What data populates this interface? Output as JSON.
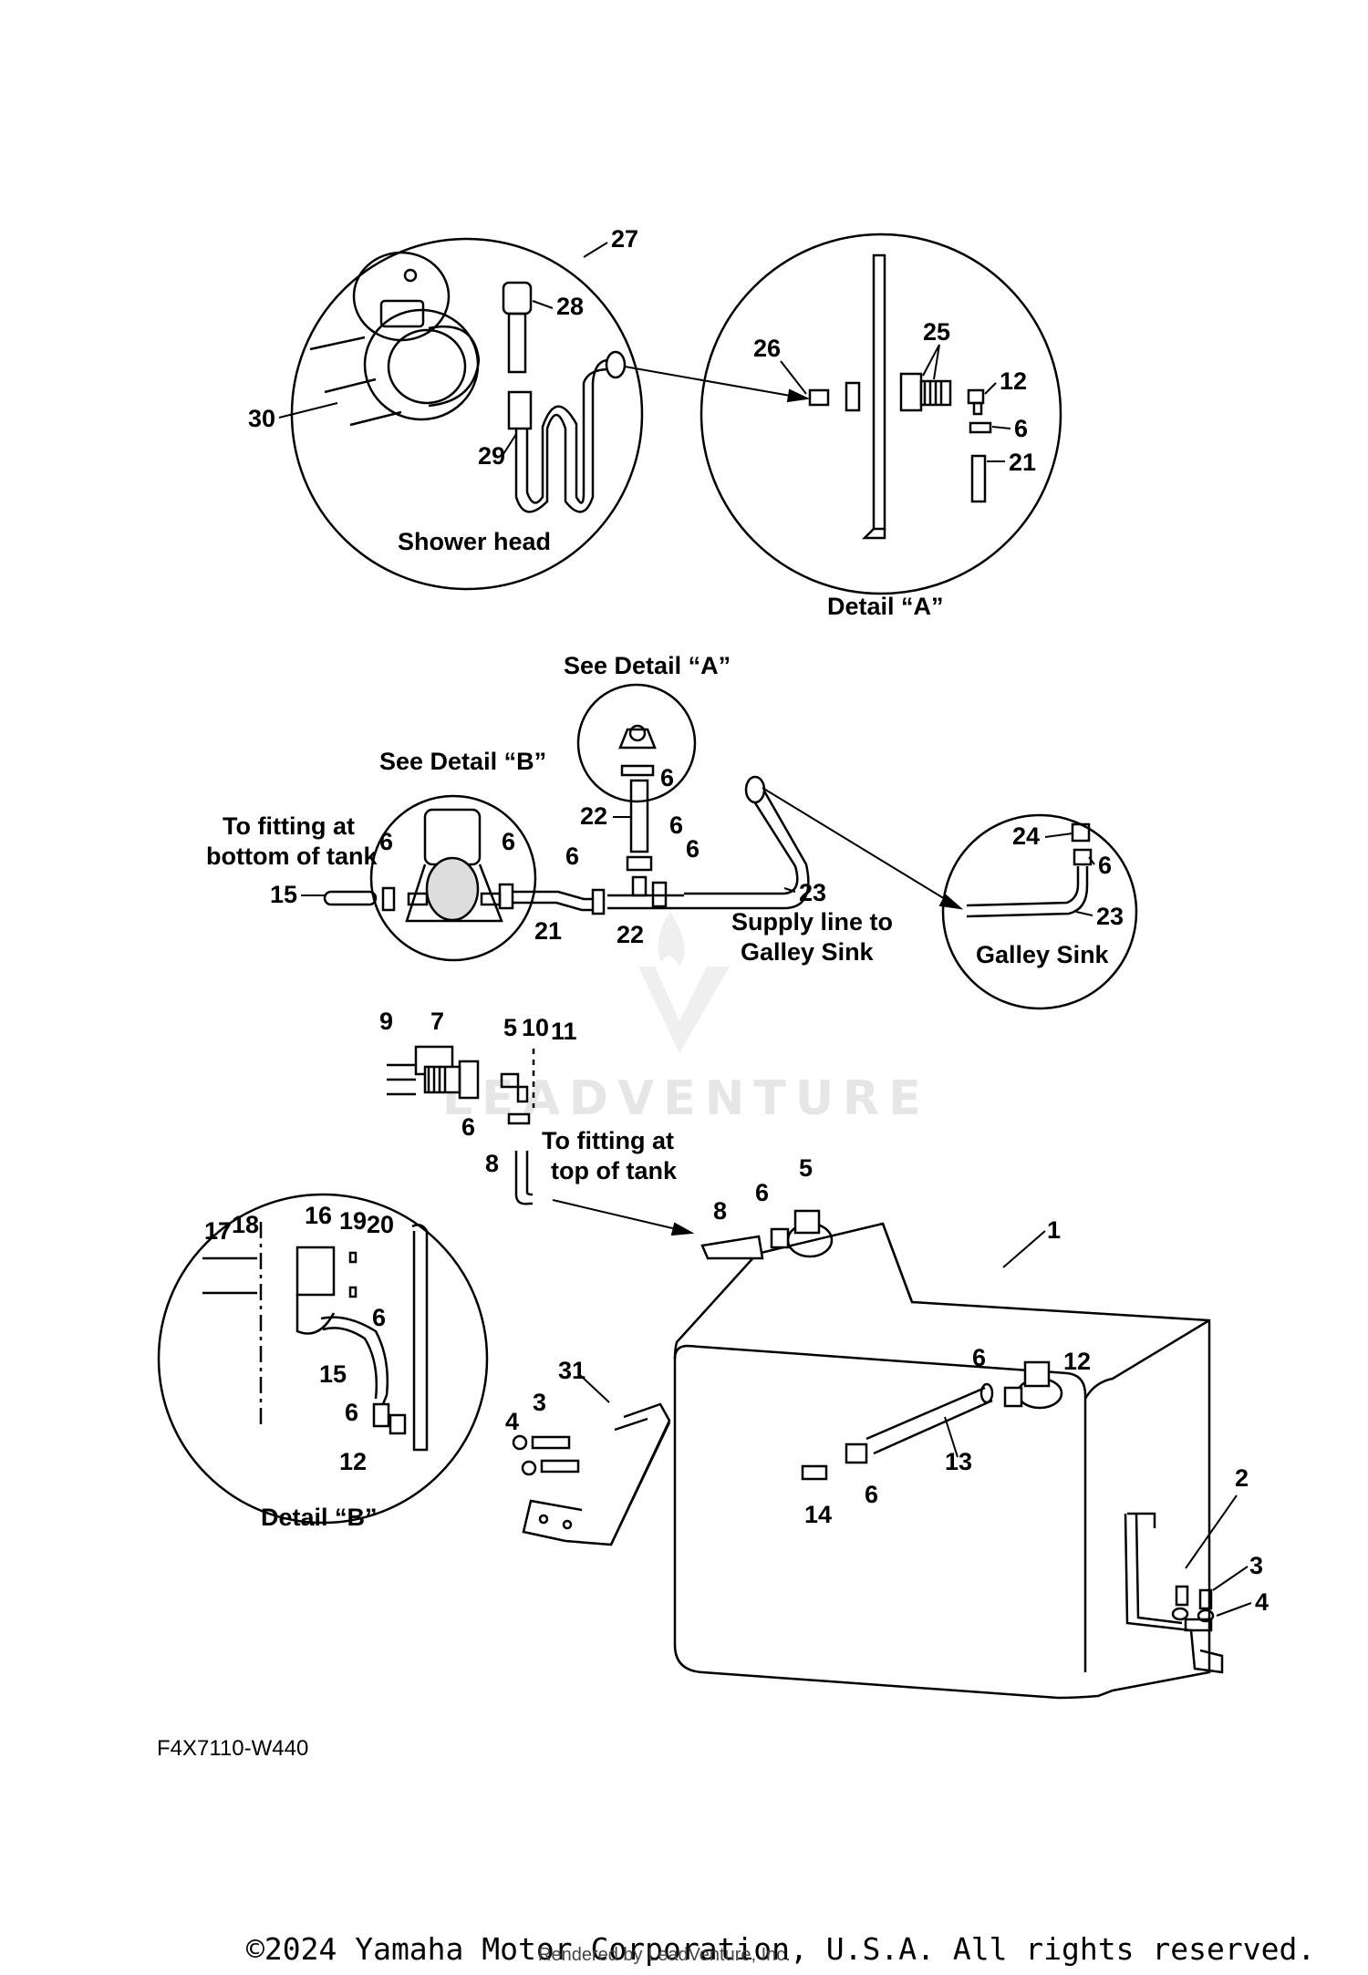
{
  "part_numbers": {
    "p1": "1",
    "p2": "2",
    "p3": "3",
    "p4": "4",
    "p5": "5",
    "p6": "6",
    "p7": "7",
    "p8": "8",
    "p9": "9",
    "p10": "10",
    "p11": "11",
    "p12": "12",
    "p13": "13",
    "p14": "14",
    "p15": "15",
    "p16": "16",
    "p17": "17",
    "p18": "18",
    "p19": "19",
    "p20": "20",
    "p21": "21",
    "p22": "22",
    "p23": "23",
    "p24": "24",
    "p25": "25",
    "p26": "26",
    "p27": "27",
    "p28": "28",
    "p29": "29",
    "p30": "30",
    "p31": "31"
  },
  "captions": {
    "shower_head": "Shower head",
    "detail_a": "Detail “A”",
    "see_detail_a": "See Detail “A”",
    "see_detail_b": "See Detail “B”",
    "to_fitting_bottom_1": "To fitting at",
    "to_fitting_bottom_2": "bottom of tank",
    "supply_line_1": "Supply line to",
    "supply_line_2": "Galley Sink",
    "galley_sink": "Galley Sink",
    "to_fitting_top_1": "To fitting at",
    "to_fitting_top_2": "top of tank",
    "detail_b": "Detail “B”"
  },
  "diagram_code": "F4X7110-W440",
  "watermark": "LEADVENTURE",
  "copyright": "©2024 Yamaha Motor Corporation, U.S.A. All rights reserved.",
  "rendered_by": "Rendered by LeadVenture, Inc."
}
